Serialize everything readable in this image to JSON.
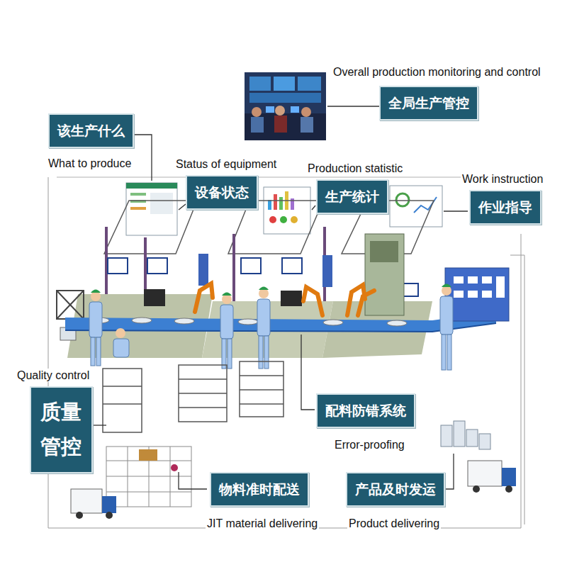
{
  "diagram": {
    "nodes": [
      {
        "text": [
          "Overall production monitoring and control",
          "全局生产管控"
        ]
      },
      {
        "text": [
          "该生产什么",
          "What to produce"
        ]
      },
      {
        "text": [
          "Status of equipment",
          "设备状态"
        ]
      },
      {
        "text": [
          "Production statistic",
          "生产统计"
        ]
      },
      {
        "text": [
          "Work instruction",
          "作业指导"
        ]
      },
      {
        "text": [
          "Quality control",
          "质量 管控"
        ]
      },
      {
        "text": [
          "配料防错系统",
          "Error-proofing"
        ]
      },
      {
        "text": [
          "物料准时配送",
          "JIT material delivering"
        ]
      },
      {
        "text": [
          "产品及时发运",
          "Product delivering"
        ]
      }
    ]
  }
}
